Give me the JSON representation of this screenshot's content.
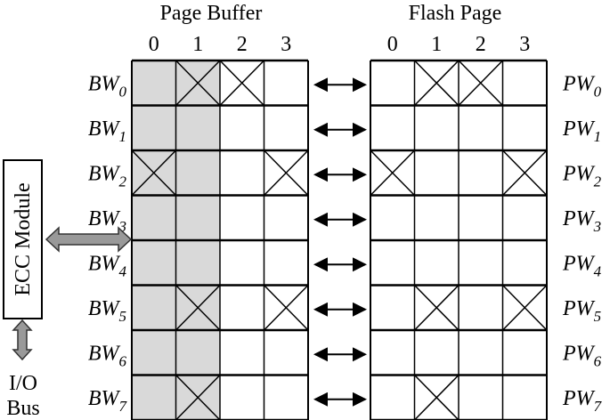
{
  "page_buffer": {
    "title": "Page Buffer",
    "columns": [
      "0",
      "1",
      "2",
      "3"
    ],
    "rows": [
      {
        "label": "BW",
        "sub": "0",
        "crossed": [
          1,
          2
        ]
      },
      {
        "label": "BW",
        "sub": "1",
        "crossed": []
      },
      {
        "label": "BW",
        "sub": "2",
        "crossed": [
          0,
          3
        ]
      },
      {
        "label": "BW",
        "sub": "3",
        "crossed": []
      },
      {
        "label": "BW",
        "sub": "4",
        "crossed": []
      },
      {
        "label": "BW",
        "sub": "5",
        "crossed": [
          1,
          3
        ]
      },
      {
        "label": "BW",
        "sub": "6",
        "crossed": []
      },
      {
        "label": "BW",
        "sub": "7",
        "crossed": [
          1
        ]
      }
    ],
    "shaded_columns": [
      0,
      1
    ],
    "shade_color": "#d9d9d9"
  },
  "flash_page": {
    "title": "Flash Page",
    "columns": [
      "0",
      "1",
      "2",
      "3"
    ],
    "rows": [
      {
        "label": "PW",
        "sub": "0",
        "crossed": [
          1,
          2
        ]
      },
      {
        "label": "PW",
        "sub": "1",
        "crossed": []
      },
      {
        "label": "PW",
        "sub": "2",
        "crossed": [
          0,
          3
        ]
      },
      {
        "label": "PW",
        "sub": "3",
        "crossed": []
      },
      {
        "label": "PW",
        "sub": "4",
        "crossed": []
      },
      {
        "label": "PW",
        "sub": "5",
        "crossed": [
          1,
          3
        ]
      },
      {
        "label": "PW",
        "sub": "6",
        "crossed": []
      },
      {
        "label": "PW",
        "sub": "7",
        "crossed": [
          1
        ]
      }
    ]
  },
  "ecc_module": {
    "label": "ECC Module"
  },
  "io_bus": {
    "line1": "I/O",
    "line2": "Bus"
  },
  "colors": {
    "line": "#000000",
    "arrow_fill": "#999999",
    "shade": "#d9d9d9"
  }
}
